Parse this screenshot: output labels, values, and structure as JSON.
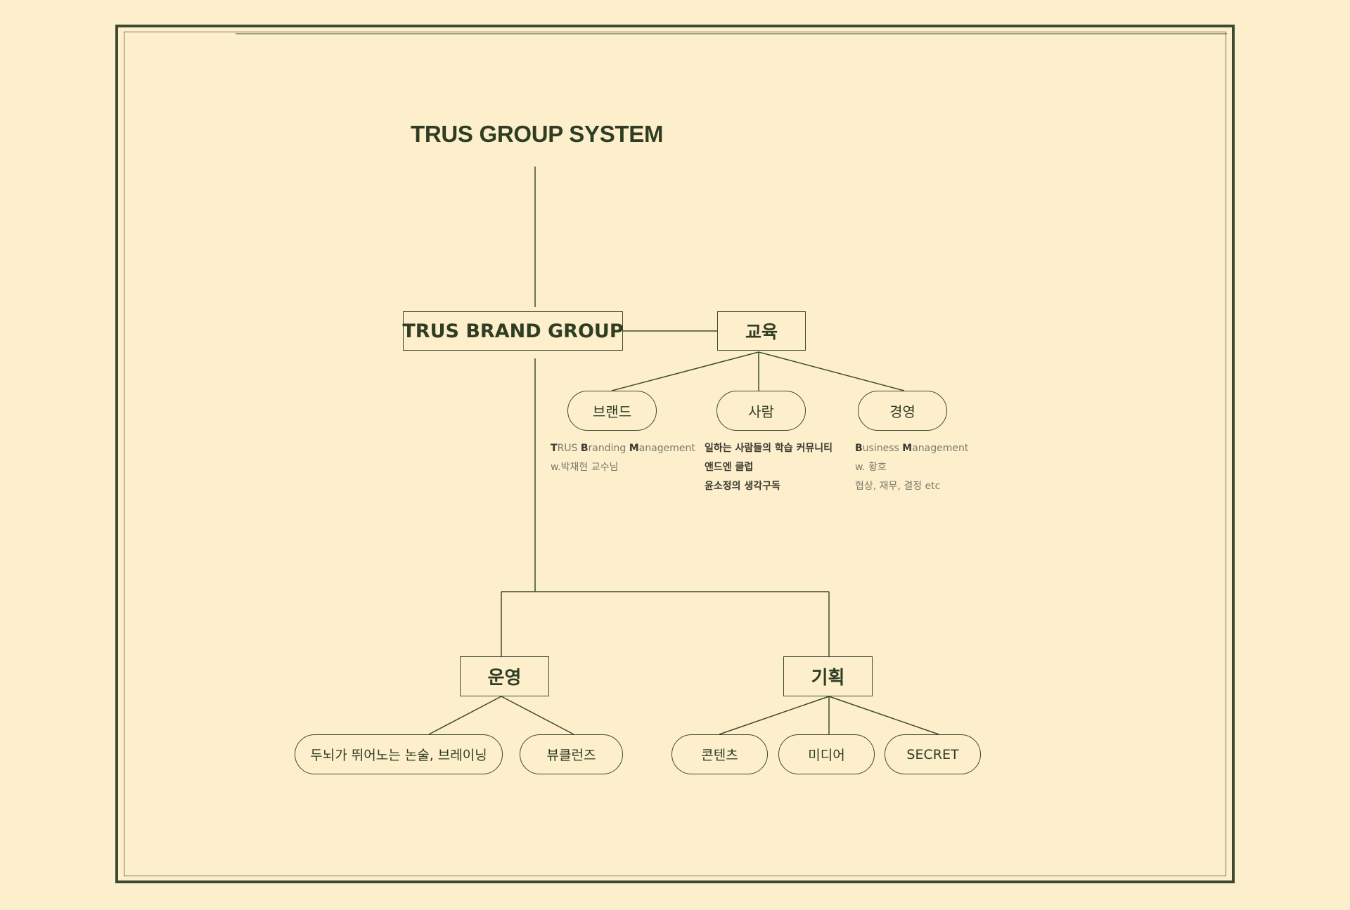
{
  "title": "TRUS GROUP SYSTEM",
  "root": {
    "label": "TRUS BRAND GROUP"
  },
  "education": {
    "label": "교육",
    "children": [
      {
        "label": "브랜드",
        "desc_line1_initial1": "T",
        "desc_line1_rest1": "RUS ",
        "desc_line1_initial2": "B",
        "desc_line1_rest2": "randing ",
        "desc_line1_initial3": "M",
        "desc_line1_rest3": "anagement",
        "desc_line2": "w.박재현 교수님"
      },
      {
        "label": "사람",
        "desc_line1": "일하는 사람들의 학습 커뮤니티",
        "desc_line2": "앤드엔 클럽",
        "desc_line3": "윤소정의 생각구독"
      },
      {
        "label": "경영",
        "desc_line1_initial1": "B",
        "desc_line1_rest1": "usiness ",
        "desc_line1_initial2": "M",
        "desc_line1_rest2": "anagement",
        "desc_line2": "w. 황호",
        "desc_line3": "협상, 재무, 결정 etc"
      }
    ]
  },
  "operations": {
    "label": "운영",
    "children": [
      {
        "label": "두뇌가 뛰어노는 논술, 브레이닝"
      },
      {
        "label": "뷰클런즈"
      }
    ]
  },
  "planning": {
    "label": "기획",
    "children": [
      {
        "label": "콘텐츠"
      },
      {
        "label": "미디어"
      },
      {
        "label": "SECRET"
      }
    ]
  }
}
